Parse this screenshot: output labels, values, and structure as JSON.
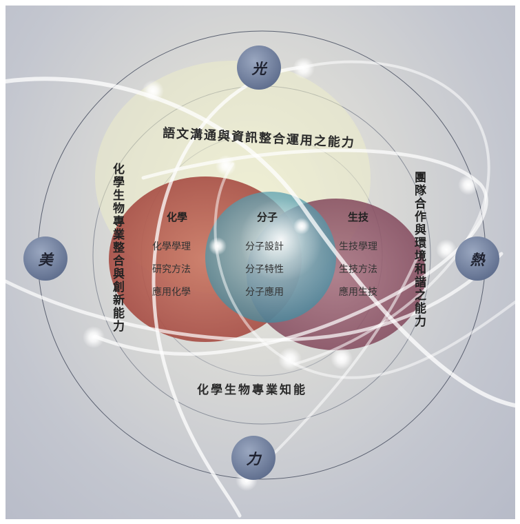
{
  "center": {
    "title": "分子",
    "items": [
      "分子設計",
      "分子特性",
      "分子應用"
    ]
  },
  "left_group": {
    "title": "化學",
    "items": [
      "化學學理",
      "研究方法",
      "應用化學"
    ]
  },
  "right_group": {
    "title": "生技",
    "items": [
      "生技學理",
      "生技方法",
      "應用生技"
    ]
  },
  "outer_nodes": {
    "top": "光",
    "left": "美",
    "right": "熱",
    "bottom": "力"
  },
  "ring_labels": {
    "top": "語文溝通與資訊整合運用之能力",
    "bottom": "化學生物專業知能",
    "left_vertical": "化學生物專業整合與創新能力",
    "right_vertical": "團隊合作與環境和諧之能力"
  },
  "colors": {
    "left_ellipse": "#b5524a",
    "center_circle": "#4d9fb0",
    "right_ellipse": "#8e4f63",
    "node_fill": "#7a8aa8",
    "ring_stroke": "#555b66"
  }
}
